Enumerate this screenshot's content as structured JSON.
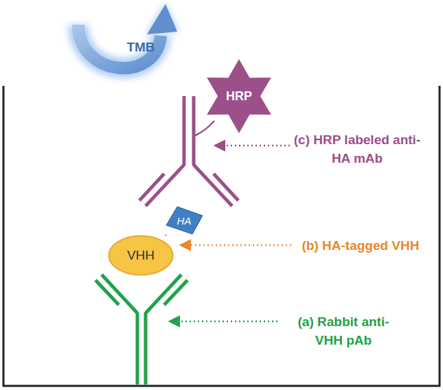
{
  "diagram": {
    "nodes": [
      {
        "text": [
          "TMB"
        ]
      },
      {
        "text": [
          "HRP"
        ]
      },
      {
        "text": [
          "HA"
        ]
      },
      {
        "text": [
          "VHH"
        ]
      }
    ],
    "edges": [
      {
        "from": 3,
        "to": 2,
        "arrow": "none"
      }
    ],
    "labels": [
      "(c) HRP labeled anti-HA mAb",
      "(b) HA-tagged VHH",
      "(a) Rabbit anti-VHH pAb"
    ]
  }
}
